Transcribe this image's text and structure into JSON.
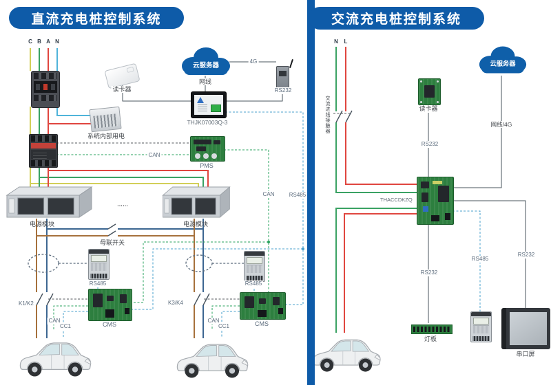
{
  "colors": {
    "banner": "#0e5ba8",
    "cloud_blue": "#0f5fa9",
    "wire_yellow": "#d2cf58",
    "wire_green": "#3aa263",
    "wire_red": "#e0463f",
    "wire_cyan": "#4fb4da",
    "wire_navy": "#3c6691",
    "wire_brown": "#a6713c",
    "wire_dark": "#4a545e",
    "dash_dark": "#54585d",
    "dash_green": "#2aa35f",
    "dash_blue": "#4aa0cc",
    "dash_gray": "#5b6b7c",
    "pcb_green": "#2d7f3f",
    "label_slate": "#5b6b7c",
    "label_dark": "#45494e"
  },
  "dc": {
    "title": "直流充电桩控制系统",
    "phases": [
      "C",
      "B",
      "A",
      "N"
    ],
    "card_reader": "读卡器",
    "cloud": "云服务器",
    "g4": "4G",
    "netline": "网线",
    "rs232": "RS232",
    "display_model": "THJK07003Q-3",
    "internal_power": "系统内部用电",
    "pms": "PMS",
    "can": "CAN",
    "rs485": "RS485",
    "power_module": "电源模块",
    "dots": "……",
    "bus_switch": "母联开关",
    "k12": "K1/K2",
    "k34": "K3/K4",
    "cc1": "CC1",
    "cms": "CMS"
  },
  "ac": {
    "title": "交流充电桩控制系统",
    "n": "N",
    "l": "L",
    "inlet_contactor": "交流进线接触器",
    "card_reader": "读卡器",
    "cloud": "云服务器",
    "net_4g": "网线/4G",
    "rs232": "RS232",
    "rs485": "RS485",
    "board_model": "THACCDKZQ",
    "light_board": "灯板",
    "serial_screen": "串口屏"
  }
}
